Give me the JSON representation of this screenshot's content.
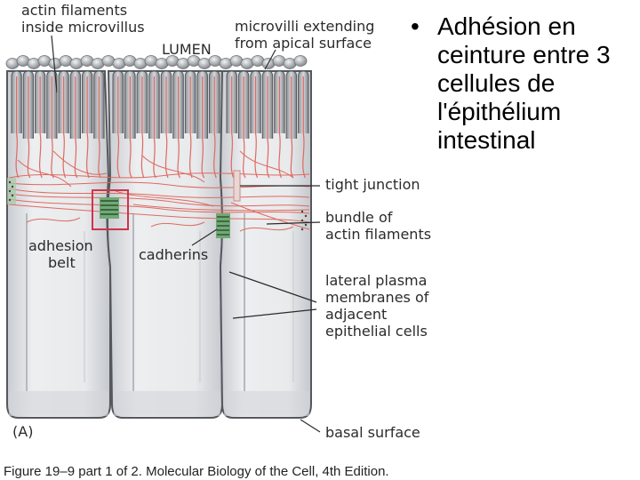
{
  "slide": {
    "bullet_symbol": "•",
    "bullet_lines": [
      "Adhésion en",
      "ceinture entre 3",
      "cellules de",
      "l'épithélium",
      "intestinal"
    ]
  },
  "figure": {
    "panel_letter": "(A)",
    "labels": {
      "actin_filaments_microvillus": [
        "actin filaments",
        "inside microvillus"
      ],
      "lumen": "LUMEN",
      "microvilli_extending": [
        "microvilli extending",
        "from apical surface"
      ],
      "tight_junction": "tight junction",
      "bundle_actin": [
        "bundle of",
        "actin filaments"
      ],
      "adhesion_belt": [
        "adhesion",
        "belt"
      ],
      "cadherins": "cadherins",
      "lateral_plasma": [
        "lateral plasma",
        "membranes of",
        "adjacent",
        "epithelial cells"
      ],
      "basal_surface": "basal surface"
    },
    "colors": {
      "actin": "#e0695f",
      "cell_fill": "#e7e9ec",
      "cell_edge": "#55585c",
      "adhesion_box": "#d0344a",
      "junction_dark": "#2e4d36",
      "junction_green": "#6faa72"
    }
  },
  "caption": "Figure 19–9 part 1 of 2. Molecular Biology of the Cell, 4th Edition."
}
